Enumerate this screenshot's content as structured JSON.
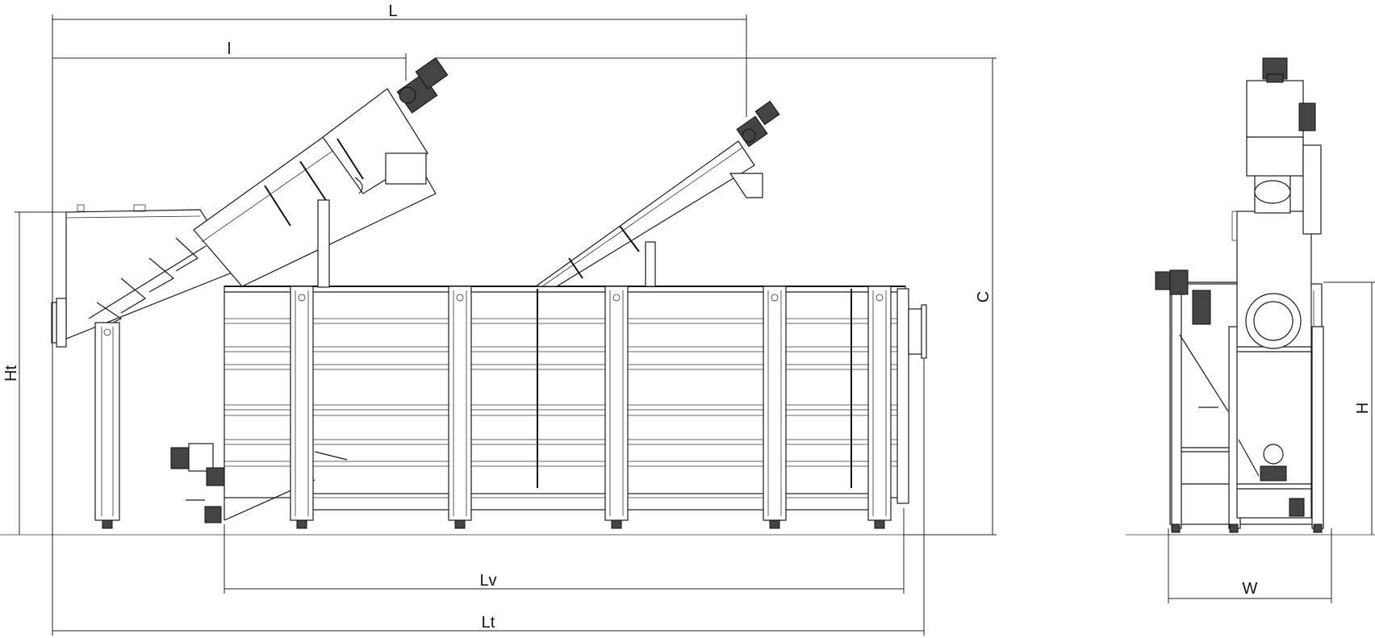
{
  "labels": {
    "L": "L",
    "l": "l",
    "C": "C",
    "Ht": "Ht",
    "Lv": "Lv",
    "Lt": "Lt",
    "H": "H",
    "W": "W"
  }
}
